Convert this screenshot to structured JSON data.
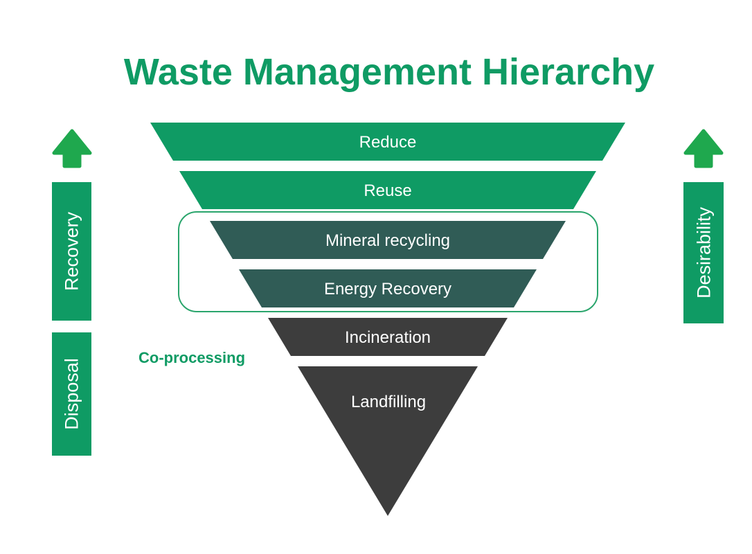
{
  "title": "Waste Management Hierarchy",
  "colors": {
    "green": "#0f9b64",
    "bright_green": "#1fa84e",
    "teal": "#305c56",
    "dark": "#3d3d3d",
    "outline": "#2aa56c",
    "white": "#ffffff"
  },
  "funnel": {
    "layers": [
      {
        "label": "Reduce",
        "tier": "green"
      },
      {
        "label": "Reuse",
        "tier": "green"
      },
      {
        "label": "Mineral recycling",
        "tier": "teal"
      },
      {
        "label": "Energy Recovery",
        "tier": "teal"
      },
      {
        "label": "Incineration",
        "tier": "dark"
      },
      {
        "label": "Landfilling",
        "tier": "dark"
      }
    ],
    "group_outline": {
      "label": "Co-processing",
      "encloses_layer_indices": [
        2,
        3
      ]
    }
  },
  "left_axis": {
    "direction": "up",
    "segments": [
      {
        "label": "Recovery"
      },
      {
        "label": "Disposal"
      }
    ]
  },
  "right_axis": {
    "direction": "up",
    "label": "Desirability"
  }
}
